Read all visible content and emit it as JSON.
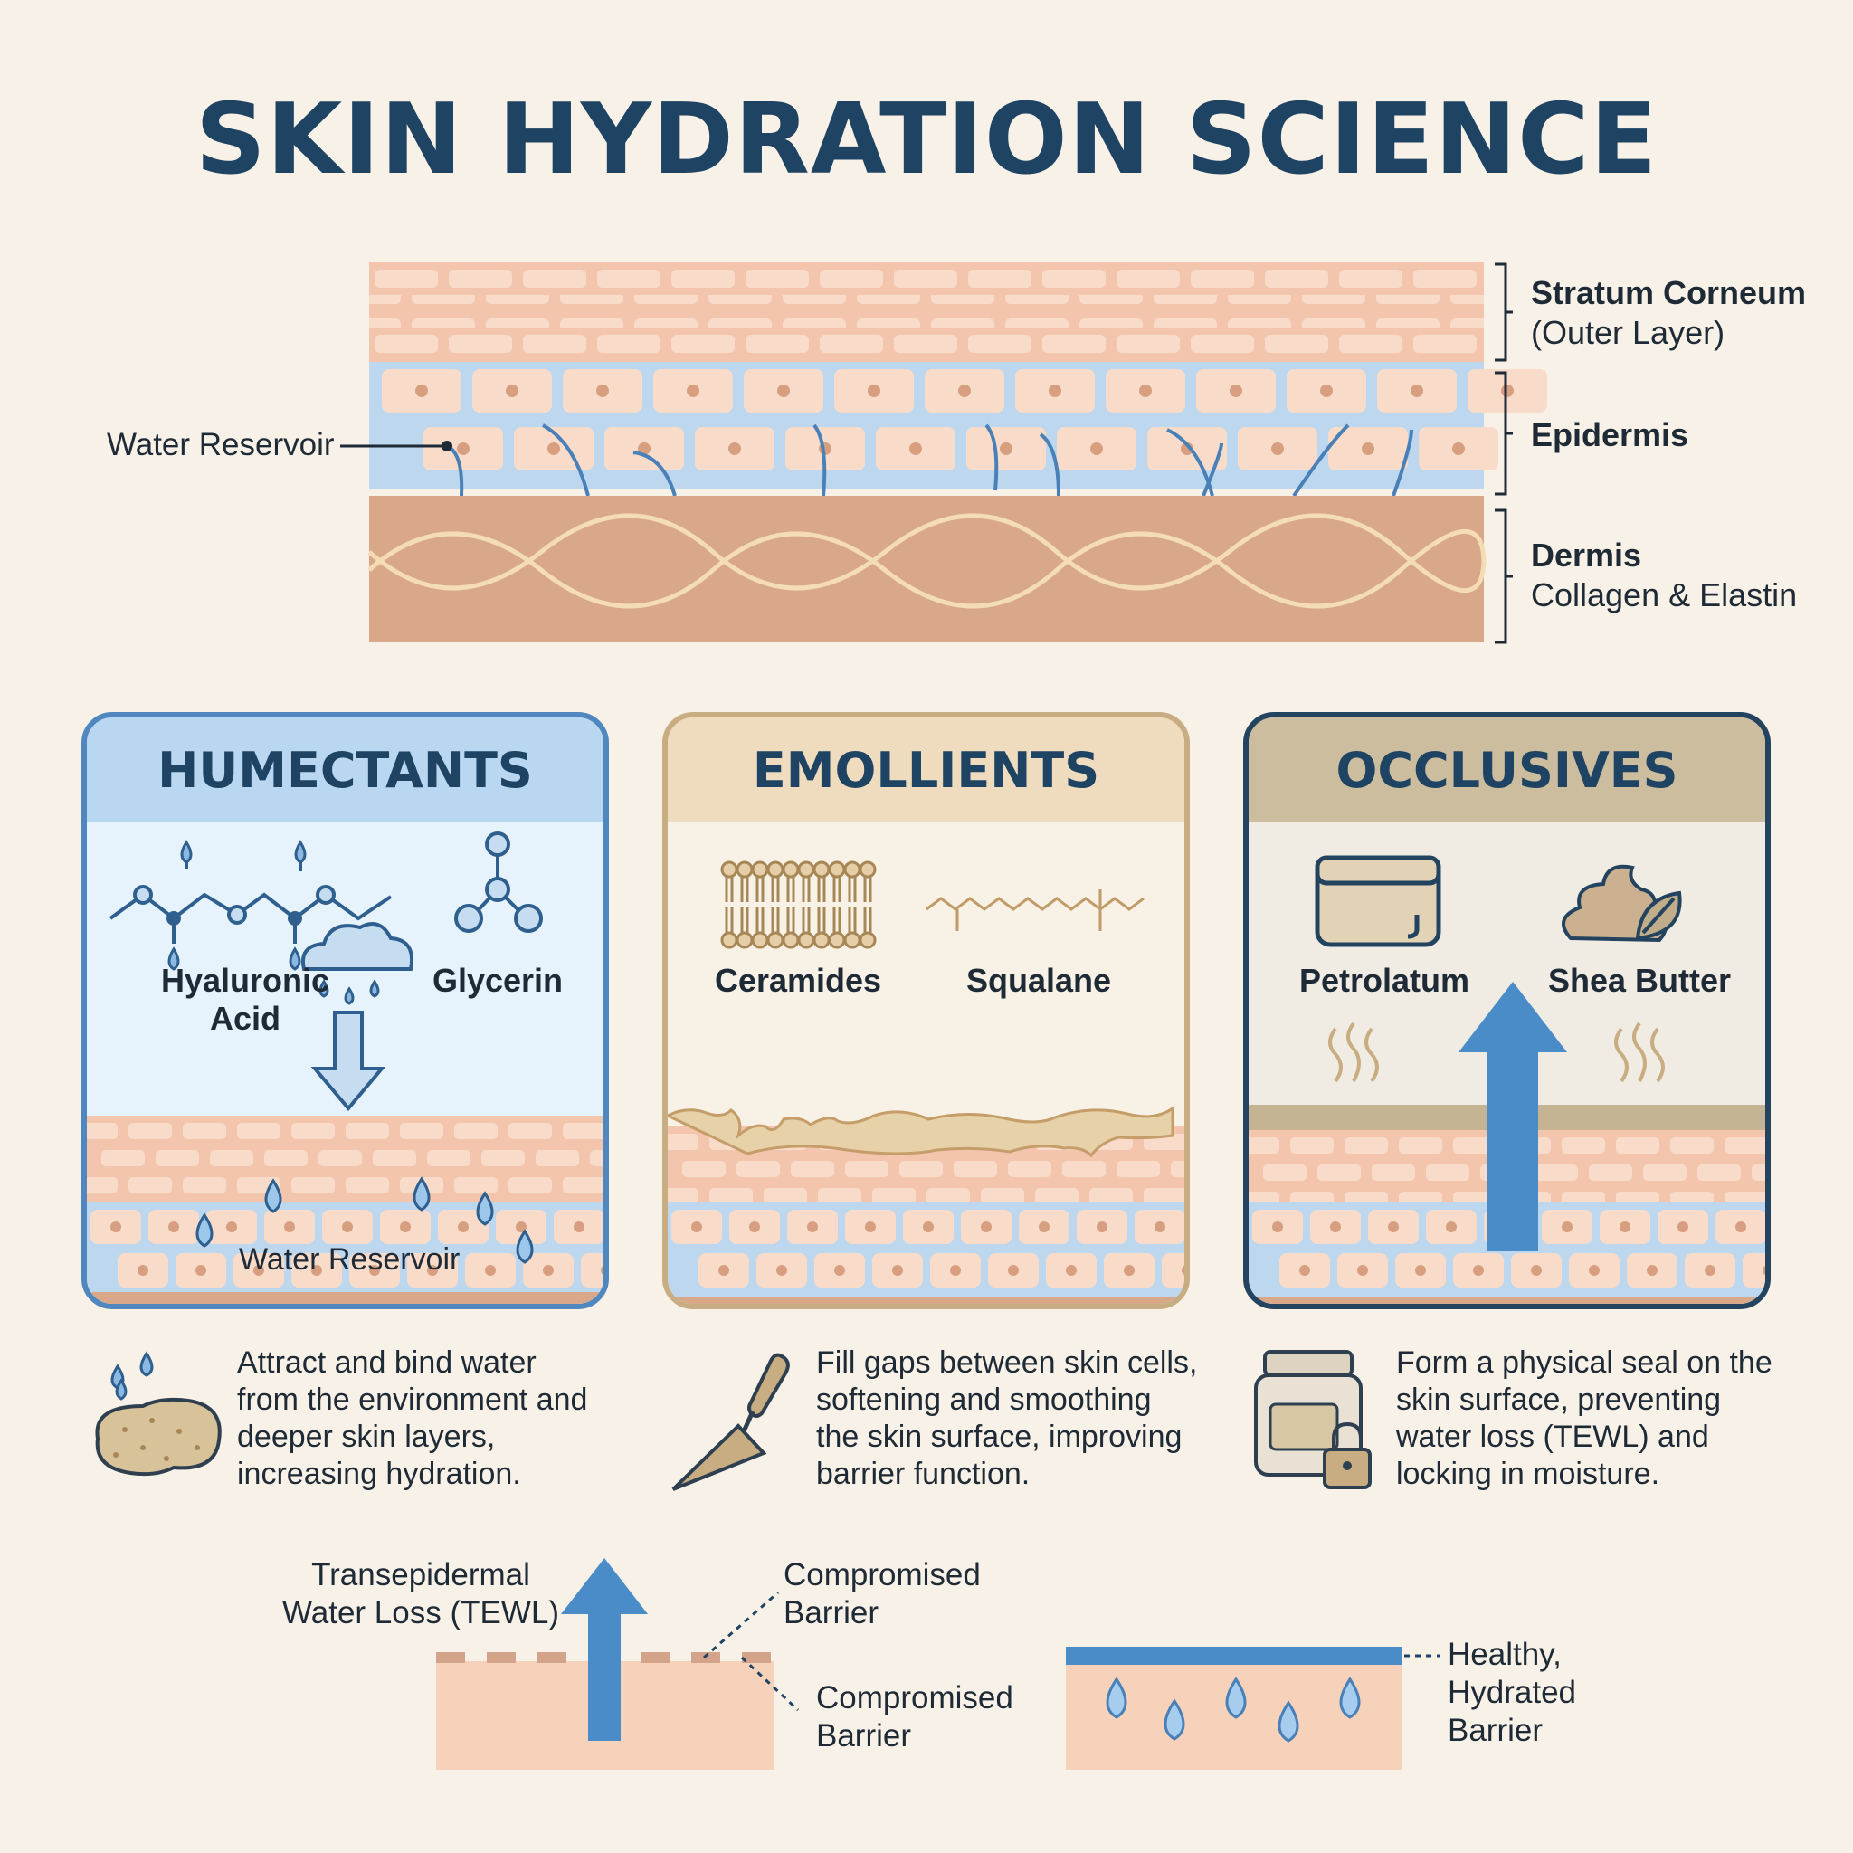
{
  "title": "SKIN HYDRATION SCIENCE",
  "layers": {
    "water_reservoir": "Water Reservoir",
    "stratum_corneum": {
      "name": "Stratum Corneum",
      "sub": "(Outer Layer)"
    },
    "epidermis": {
      "name": "Epidermis"
    },
    "dermis": {
      "name": "Dermis",
      "sub": "Collagen & Elastin"
    }
  },
  "panels": {
    "humectants": {
      "heading": "HUMECTANTS",
      "ingredients": [
        "Hyaluronic Acid",
        "Glycerin"
      ],
      "reservoir_label": "Water Reservoir",
      "description": [
        "Attract and bind water",
        "from the environment and",
        "deeper skin layers,",
        "increasing hydration."
      ]
    },
    "emollients": {
      "heading": "EMOLLIENTS",
      "ingredients": [
        "Ceramides",
        "Squalane"
      ],
      "description": [
        "Fill gaps between skin cells,",
        "softening and smoothing",
        "the skin surface, improving",
        "barrier function."
      ]
    },
    "occlusives": {
      "heading": "OCCLUSIVES",
      "ingredients": [
        "Petrolatum",
        "Shea Butter"
      ],
      "description": [
        "Form a physical seal on the",
        "skin surface, preventing",
        "water loss (TEWL) and",
        "locking in moisture."
      ]
    }
  },
  "bottom": {
    "tewl": [
      "Transepidermal",
      "Water Loss (TEWL)"
    ],
    "compromised_top": [
      "Compromised",
      "Barrier"
    ],
    "compromised_bottom": [
      "Compromised",
      "Barrier"
    ],
    "healthy": [
      "Healthy,",
      "Hydrated",
      "Barrier"
    ]
  },
  "colors": {
    "background": "#f8f1e7",
    "title": "#1e4363",
    "humectant_border": "#4f87be",
    "emollient_border": "#c9ad82",
    "occlusive_border": "#23435f",
    "water_blue": "#4a8cc8",
    "skin_pink": "#f6d2bb",
    "dermis_tan": "#d8a888"
  }
}
